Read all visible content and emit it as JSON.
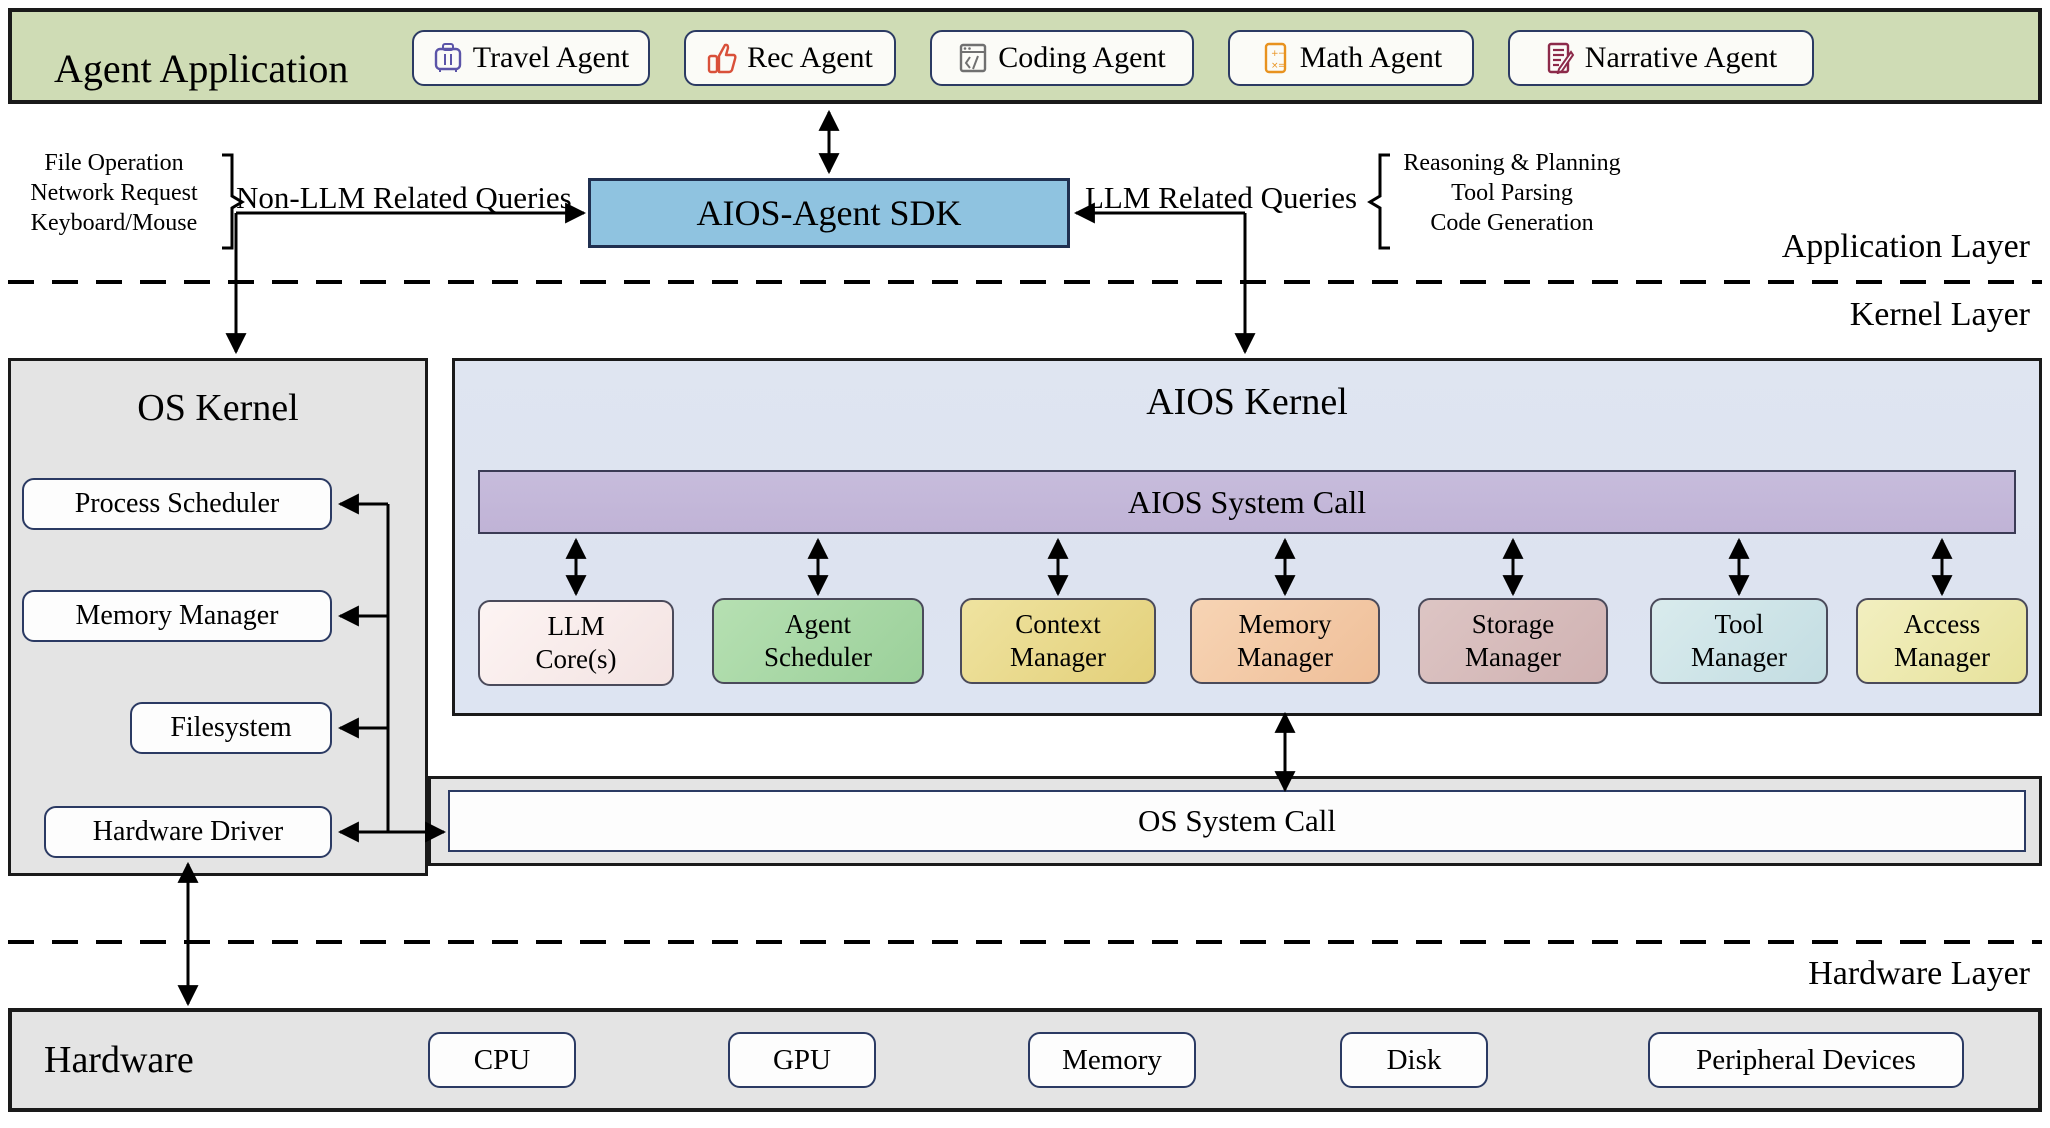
{
  "application_band": {
    "title": "Agent Application",
    "agents": [
      {
        "label": "Travel Agent",
        "icon": "suitcase-icon",
        "color": "#5b54a8"
      },
      {
        "label": "Rec Agent",
        "icon": "thumbs-up-icon",
        "color": "#d9503a"
      },
      {
        "label": "Coding Agent",
        "icon": "code-window-icon",
        "color": "#707070"
      },
      {
        "label": "Math Agent",
        "icon": "calculator-icon",
        "color": "#e8921f"
      },
      {
        "label": "Narrative Agent",
        "icon": "document-pen-icon",
        "color": "#8c2a4a"
      }
    ]
  },
  "sdk": {
    "label": "AIOS-Agent SDK",
    "color": "#8fc3e0"
  },
  "annotations": {
    "left_items": [
      "File Operation",
      "Network Request",
      "Keyboard/Mouse"
    ],
    "left_query_label": "Non-LLM Related Queries",
    "right_query_label": "LLM Related Queries",
    "right_items": [
      "Reasoning & Planning",
      "Tool Parsing",
      "Code Generation"
    ]
  },
  "layers": {
    "application": "Application Layer",
    "kernel": "Kernel Layer",
    "hardware": "Hardware Layer"
  },
  "os_kernel": {
    "title": "OS Kernel",
    "modules": [
      "Process Scheduler",
      "Memory Manager",
      "Filesystem",
      "Hardware Driver"
    ],
    "system_call": "OS System Call"
  },
  "aios_kernel": {
    "title": "AIOS Kernel",
    "system_call": "AIOS System Call",
    "modules": [
      {
        "line1": "LLM",
        "line2": "Core(s)",
        "color": "#f7e9e8"
      },
      {
        "line1": "Agent",
        "line2": "Scheduler",
        "color": "#a8d8a8"
      },
      {
        "line1": "Context",
        "line2": "Manager",
        "color": "#e8d98a"
      },
      {
        "line1": "Memory",
        "line2": "Manager",
        "color": "#f3c9a6"
      },
      {
        "line1": "Storage",
        "line2": "Manager",
        "color": "#d8bcbc"
      },
      {
        "line1": "Tool",
        "line2": "Manager",
        "color": "#cfe3e6"
      },
      {
        "line1": "Access",
        "line2": "Manager",
        "color": "#ece8ae"
      }
    ]
  },
  "hardware": {
    "title": "Hardware",
    "items": [
      "CPU",
      "GPU",
      "Memory",
      "Disk",
      "Peripheral Devices"
    ]
  }
}
